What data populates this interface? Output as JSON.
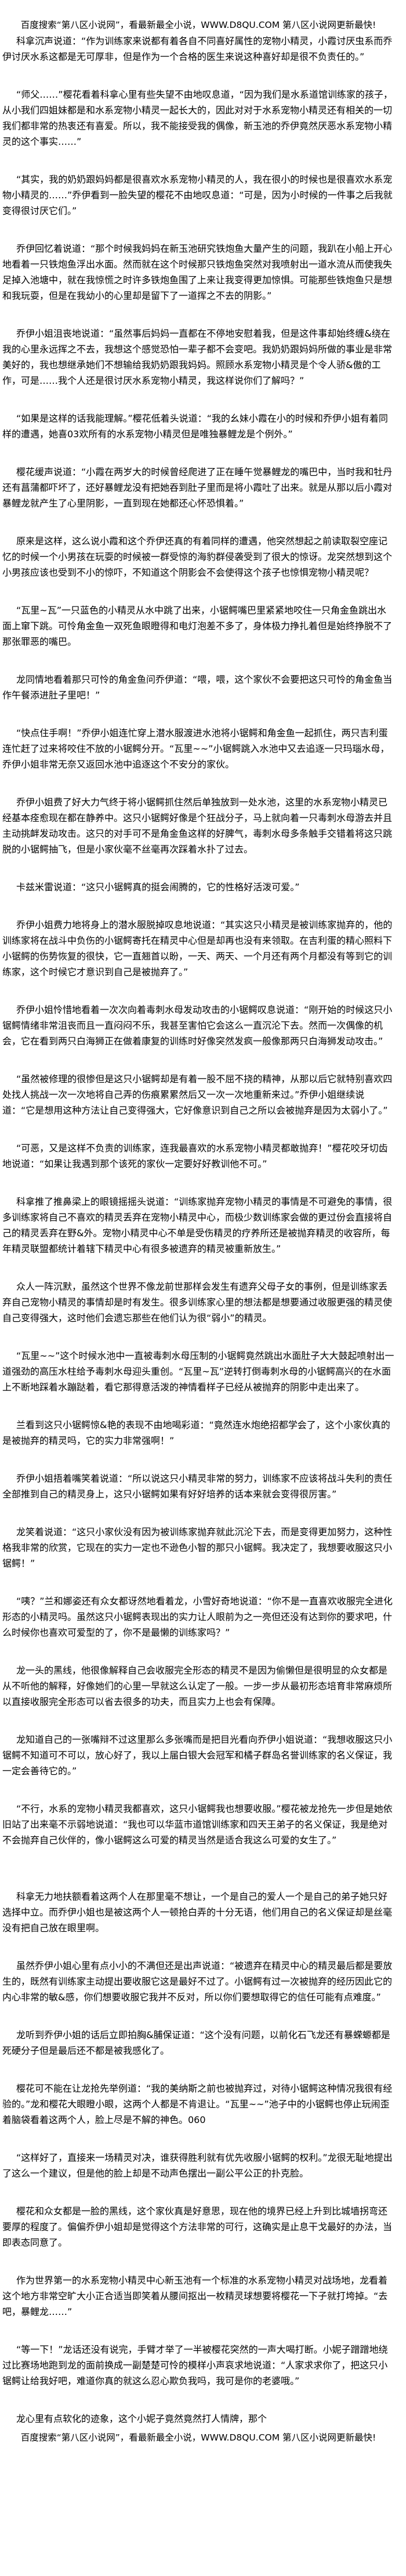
{
  "header_banner": "百度搜索“第八区小说网”，看最新最全小说，WWW.D8QU.COM   第八区小说网更新最快!",
  "footer_banner": "百度搜索“第八区小说网”，看最新最全小说，WWW.D8QU.COM   第八区小说网更新最快!",
  "paragraphs": [
    "科拿沉声说道：“作为训练家来说都有着各自不同喜好属性的宠物小精灵，小霞讨厌虫系而乔伊讨厌水系这都是无可厚非，但是作为一个合格的医生来说这种喜好却是很不负责任的。”",
    "“师父……”樱花看着科拿心里有些失望不由地叹息道，“因为我们是水系道馆训练家的孩子，从小我们四姐妹都是和水系宠物小精灵一起长大的，因此对对于水系宠物小精灵还有相关的一切我们都非常的热衷还有喜爱。所以，我不能接受我的偶像，新玉池的乔伊竟然厌恶水系宠物小精灵的这个事实……”",
    "“其实，我的奶奶跟妈妈都是很喜欢水系宠物小精灵的人，我在很小的时候也是很喜欢水系宠物小精灵的……”乔伊看到一脸失望的樱花不由地叹息道：“可是，因为小时候的一件事之后我就变得很讨厌它们。”",
    "乔伊回忆着说道：“那个时候我妈妈在新玉池研究铁炮鱼大量产生的问题，我趴在小船上开心地看着一只铁炮鱼浮出水面。然而就在这个时候那只铁炮鱼突然对我喷射出一道水流从而使我失足掉入池塘中，就在我惊慌之时许多铁炮鱼围了上来让我变得更加惊惧。可能那些铁炮鱼只是想和我玩耍，但是在我幼小的心里却是留下了一道挥之不去的阴影。”",
    "乔伊小姐沮丧地说道：“虽然事后妈妈一直都在不停地安慰着我，但是这件事却始终缠&绕在我的心里永远挥之不去，我想这个感觉恐怕一辈子都不会变吧。我奶奶跟妈妈所做的事业是非常美好的，我也想继承她们不想输给我奶奶跟我妈妈。照顾水系宠物小精灵是个令人骄&傲的工作，可是……我个人还是很讨厌水系宠物小精灵，我这样说你们了解吗？”",
    "“如果是这样的话我能理解。”樱花低着头说道：“我的幺妹小霞在小的时候和乔伊小姐有着同样的遭遇，她喜03欢所有的水系宠物小精灵但是唯独暴鲤龙是个例外。”",
    "樱花缓声说道：“小霞在两岁大的时候曾经爬进了正在睡午觉暴鲤龙的嘴巴中，当时我和牡丹还有菖蒲都吓坏了，还好暴鲤龙没有把她吞到肚子里而是将小霞吐了出来。就是从那以后小霞对暴鲤龙就产生了心里阴影，一直到现在她都还心怀恐惧着。”",
    "原来是这样，这么说小霞和这个乔伊还真的有着同样的遭遇，他突然想起之前读取裂空座记忆的时候一个小男孩在玩耍的时候被一群受惊的海豹群侵袭受到了很大的惊讶。龙突然想到这个小男孩应该也受到不小的惊吓，不知道这个阴影会不会使得这个孩子也惊惧宠物小精灵呢？",
    "“瓦里~瓦”一只蓝色的小精灵从水中跳了出来，小锯鳄嘴巴里紧紧地咬住一只角金鱼跳出水面上窜下跳。可怜角金鱼一双死鱼眼瞪得和电灯泡差不多了，身体极力挣扎着但是始终挣脱不了那张罪恶的嘴巴。",
    "龙同情地看着那只可怜的角金鱼问乔伊道：“喂，喂，这个家伙不会要把这只可怜的角金鱼当作午餐添进肚子里吧！”",
    "“快点住手啊！”乔伊小姐连忙穿上潜水服渡进水池将小锯鳄和角金鱼一起抓住，两只吉利蛋连忙赶了过来将咬住不放的小锯鳄分开。“瓦里~~”小锯鳄跳入水池中又去追逐一只玛瑙水母，乔伊小姐非常无奈又返回水池中追逐这个不安分的家伙。",
    "乔伊小姐费了好大力气终于将小锯鳄抓住然后单独放到一处水池，这里的水系宠物小精灵已经基本痊愈现在都在静养中。这只小锯鳄好像是个狂战分子，马上就向着一只毒刺水母游去并且主动挑衅发动攻击。这只的对手可不是角金鱼这样的好脾气，毒刺水母多条触手交错着将这只跳脱的小锯鳄抽飞，但是小家伙毫不丝毫再次踩着水扑了过去。",
    "卡兹米雷说道：“这只小锯鳄真的挺会闹腾的，它的性格好活泼可爱。”",
    "乔伊小姐费力地将身上的潜水服脱掉叹息地说道：“其实这只小精灵是被训练家抛弃的，他的训练家将在战斗中负伤的小锯鳄寄托在精灵中心但是却再也没有来领取。在吉利蛋的精心照料下小锯鳄的伤势恢复的很快，它一直翘首以盼，一天、两天、一个月还有两个月都没有等到它的训练家，这个时候它才意识到自己是被抛弃了。”",
    "乔伊小姐怜惜地看着一次次向着毒刺水母发动攻击的小锯鳄叹息说道：“刚开始的时候这只小锯鳄情绪非常沮丧而且一直闷闷不乐，我甚至害怕它会这么一直沉沦下去。然而一次偶像的机会，它在看到两只白海狮正在做着康复的训练时好像突然发疯一般像那两只白海狮发动攻击。”",
    "“虽然被修理的很惨但是这只小锯鳄却是有着一股不屈不挠的精神，从那以后它就特别喜欢四处找人挑战一次一次地将自己弄的伤痕累累然后又一次一次地重新来过。”乔伊小姐继续说道：“它是想用这种方法让自己变得强大，它好像意识到自己之所以会被抛弃是因为太弱小了。”",
    "“可恶，又是这样不负责的训练家，连我最喜欢的水系宠物小精灵都敢抛弃！”樱花咬牙切齿地说道：“如果让我遇到那个该死的家伙一定要好好教训他不可。”",
    "科拿推了推鼻梁上的眼镜摇摇头说道：“训练家抛弃宠物小精灵的事情是不可避免的事情，很多训练家将自己不喜欢的精灵丢弃在宠物小精灵中心，而极少数训练家会做的更过份会直接将自己的精灵丢弃在野&外。宠物小精灵中心不单是受伤精灵的疗养所还是被抛弃精灵的收容所，每年精灵联盟都统计着辖下精灵中心有很多被遗弃的精灵被重新放生。”",
    "众人一阵沉默，虽然这个世界不像龙前世那样会发生有遗弃父母子女的事例，但是训练家丢弃自己宠物小精灵的事情却是时有发生。很多训练家心里的想法都是想要通过收服更强的精灵使自己变得强大，这时他们会遗忘那些在他们认为很“弱小”的精灵。",
    "“瓦里~~”这个时候水池中一直被毒刺水母压制的小锯鳄竟然跳出水面肚子大大鼓起喷射出一道强劲的高压水柱给予毒刺水母迎头重创。“瓦里~瓦”逆转打倒毒刺水母的小锯鳄高兴的在水面上不断地踩着水蹦跶着，看它那得意活泼的神情看样子已经从被抛弃的阴影中走出来了。",
    "兰看到这只小锯鳄惊&艳的表现不由地喝彩道：“竟然连水炮绝招都学会了，这个小家伙真的是被抛弃的精灵吗，它的实力非常强啊！”",
    "乔伊小姐捂着嘴笑着说道：“所以说这只小精灵非常的努力，训练家不应该将战斗失利的责任全部推到自己的精灵身上，这只小锯鳄如果有好好培养的话本来就会变得很厉害。”",
    "龙笑着说道：“这只小家伙没有因为被训练家抛弃就此沉沦下去，而是变得更加努力，这种性格我非常的欣赏，它现在的实力一定也不逊色小智的那只小锯鳄。我决定了，我想要收服这只小锯鳄！”",
    "“咦？”兰和娜姿还有众女都讶然地看着龙，小雪好奇地说道：“你不是一直喜欢收服完全进化形态的小精灵吗。虽然这只小锯鳄表现出的实力让人眼前为之一亮但还没有达到你的要求吧，什么时候你也喜欢可爱型的了，你不是最懒的训练家吗？”",
    "龙一头的黑线，他很像解释自己会收服完全形态的精灵不是因为偷懒但是很明显的众女都是从不听他的解释，好像她们的心里一早就这么认定了一般。一步一步从最初形态培育非常麻烦所以直接收服完全形态可以省去很多的功夫，而且实力上也会有保障。",
    "龙知道自己的一张嘴辩不过这里那么多张嘴而是把目光看向乔伊小姐说道：“我想收服这只小锯鳄不知道可不可以，放心好了，我以上届白银大会冠军和橘子群岛名誉训练家的名义保证，我一定会善待它的。”",
    "“不行，水系的宠物小精灵我都喜欢，这只小锯鳄我也想要收服。”樱花被龙抢先一步但是她依旧站了出来毫不示弱地说道：“我也可以华蓝市道馆训练家和四天王弟子的名义保证，我是绝对不会抛弃自己伙伴的，像小锯鳄这么可爱的精灵当然是适合我这么可爱的女生了。”",
    "科拿无力地扶额看着这两个人在那里毫不想让，一个是自己的爱人一个是自己的弟子她只好选择中立。而乔伊小姐也是被这两个人一顿抢白弄的十分无语，他们用自己的名义保证却是丝毫没有把自己放在眼里啊。",
    "虽然乔伊小姐心里有点小小的不满但还是出声说道：“被遗弃在精灵中心的精灵最后都是要放生的，既然有训练家主动提出要收服它这是最好不过了。小锯鳄有过一次被抛弃的经历因此它的内心非常的敏&感，你们想要收服它我并不反对，所以你们要想取得它的信任可能有点难度。”",
    "龙听到乔伊小姐的话后立即拍胸&脯保证道：“这个没有问题，以前化石飞龙还有暴蝾螈都是死硬分子但是最后还不都是被我感化了。",
    "樱花可不能在让龙抢先举例道：“我的美纳斯之前也被抛弃过，对待小锯鳄这种情况我很有经验的。”龙和樱花大眼瞪小眼，这两个人都是不肯退让。“瓦里~~”池子中的小锯鳄也停止玩闹歪着脑袋看着这两个人，脸上尽是不解的神色。060",
    "“这样好了，直接来一场精灵对决，谁获得胜利就有优先收服小锯鳄的权利。”龙很无耻地提出了这么一个建议，但是他的脸上却是不动声色摆出一副公平公正的扑克脸。",
    "樱花和众女都是一脸的黑线，这个家伙真是好意思，现在他的境界已经上升到比城墙拐弯还要厚的程度了。偏偏乔伊小姐却是觉得这个方法非常的可行，这确实是止息干戈最好的办法，当即表态同意了。",
    "作为世界第一的水系宠物小精灵中心新玉池有一个标准的水系宠物小精灵对战场地，龙看着这个地方非常空旷大小正合适当即笑着从腰间抠出一枚精灵球想要将樱花一下子就打垮掉。“去吧，暴鲤龙……”",
    "“等一下！”龙话还没有说完，手臂才举了一半被樱花突然的一声大喝打断。小妮子蹭蹭地绕过比赛场地跑到龙的面前换成一副楚楚可怜的模样小声哀求地说道：“人家求求你了，把这只小锯鳄让给我好吧，难道你真的就这么忍心欺负我吗，我可是你的老婆哦。”",
    "龙心里有点软化的迹象，这个小妮子竟然竟然打人情牌，那个"
  ]
}
